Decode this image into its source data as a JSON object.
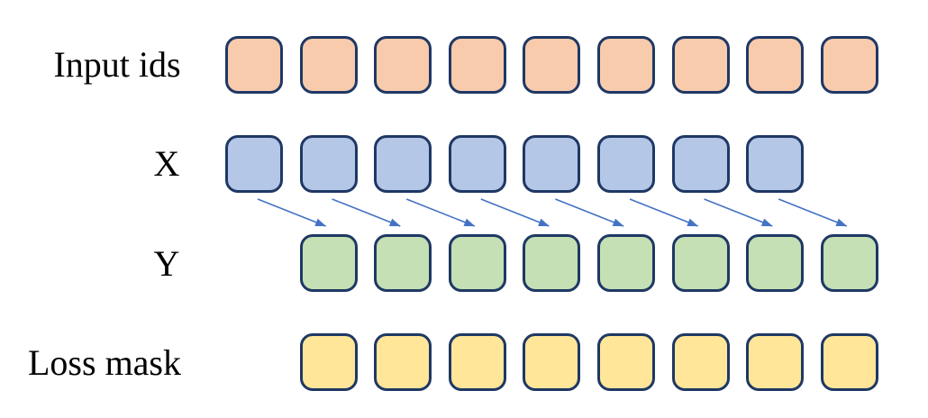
{
  "diagram": {
    "background": "#FFFFFF",
    "box_border_color": "#1F3864",
    "arrow_color": "#4472C4",
    "label_color": "#000000",
    "rows": [
      {
        "id": "input-ids",
        "label": "Input ids",
        "token_fill": "#F8CBAD",
        "token_count": 9,
        "column_offset": 0
      },
      {
        "id": "x",
        "label": "X",
        "token_fill": "#B4C7E7",
        "token_count": 8,
        "column_offset": 0
      },
      {
        "id": "y",
        "label": "Y",
        "token_fill": "#C5E0B4",
        "token_count": 8,
        "column_offset": 1
      },
      {
        "id": "loss-mask",
        "label": "Loss mask",
        "token_fill": "#FFE699",
        "token_count": 8,
        "column_offset": 1
      }
    ],
    "arrows": {
      "count": 8,
      "from_row": "X",
      "to_row": "Y",
      "meaning": "each X token points to the Y token shifted one position right"
    }
  }
}
